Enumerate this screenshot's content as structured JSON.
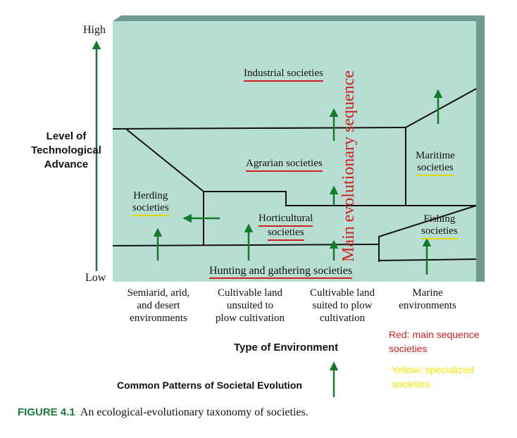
{
  "y_axis": {
    "high": "High",
    "low": "Low",
    "title_lines": [
      "Level of",
      "Technological",
      "Advance"
    ]
  },
  "x_axis": {
    "title": "Type of Environment"
  },
  "environments": [
    {
      "lines": [
        "Semiarid, arid,",
        "and desert",
        "environments"
      ]
    },
    {
      "lines": [
        "Cultivable land",
        "unsuited to",
        "plow cultivation"
      ]
    },
    {
      "lines": [
        "Cultivable land",
        "suited to plow",
        "cultivation"
      ]
    },
    {
      "lines": [
        "Marine",
        "environments"
      ]
    }
  ],
  "societies": {
    "industrial": "Industrial societies",
    "agrarian": "Agrarian societies",
    "horticultural": [
      "Horticultural",
      "societies"
    ],
    "herding": [
      "Herding",
      "societies"
    ],
    "maritime": [
      "Maritime",
      "societies"
    ],
    "fishing": [
      "Fishing",
      "societies"
    ],
    "hunting": "Hunting and gathering societies"
  },
  "main_sequence_label": "Main evolutionary sequence",
  "legend": {
    "red": [
      "Red: main sequence",
      "societies"
    ],
    "yellow": [
      "Yellow: specialized",
      "societies"
    ]
  },
  "subtitle": "Common Patterns of Societal Evolution",
  "caption": {
    "figure": "FIGURE 4.1",
    "text": "An ecological-evolutionary taxonomy of societies."
  },
  "colors": {
    "panel": "#b8ddd2",
    "panel_shadow": "#6f9a8f",
    "arrow": "#157a2c",
    "red": "#d02020",
    "yellow": "#e8d400",
    "figure_label": "#167a3a"
  }
}
